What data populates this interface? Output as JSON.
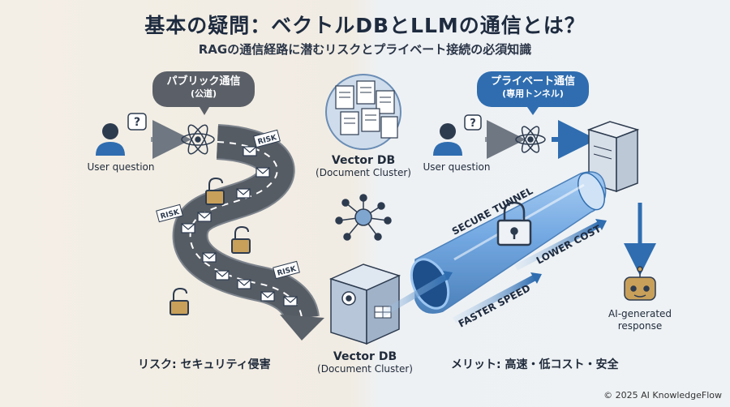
{
  "title": "基本の疑問：ベクトルDBとLLMの通信とは？",
  "subtitle": "RAGの通信経路に潜むリスクとプライベート接続の必須知識",
  "public": {
    "bubble_title": "パブリック通信",
    "bubble_sub": "(公道)",
    "user_caption": "User question",
    "risk_tag": "RISK",
    "bottom_label": "リスク: セキュリティ侵害"
  },
  "private": {
    "bubble_title": "プライベート通信",
    "bubble_sub": "(専用トンネル)",
    "user_caption": "User question",
    "tunnel_label": "SECURE TUNNEL",
    "lower_cost": "LOWER COST",
    "faster_speed": "FASTER SPEED",
    "response_line1": "AI-generated",
    "response_line2": "response",
    "bottom_label": "メリット: 高速・低コスト・安全"
  },
  "vector_db_top": {
    "name": "Vector DB",
    "sub": "(Document Cluster)"
  },
  "vector_db_bottom": {
    "name": "Vector DB",
    "sub": "(Document Cluster)"
  },
  "copyright": "© 2025 AI KnowledgeFlow",
  "colors": {
    "private_blue": "#2f6db0",
    "public_gray": "#5b6068",
    "lock_gold": "#c8a05a",
    "tunnel_blue": "#5f9de0"
  }
}
